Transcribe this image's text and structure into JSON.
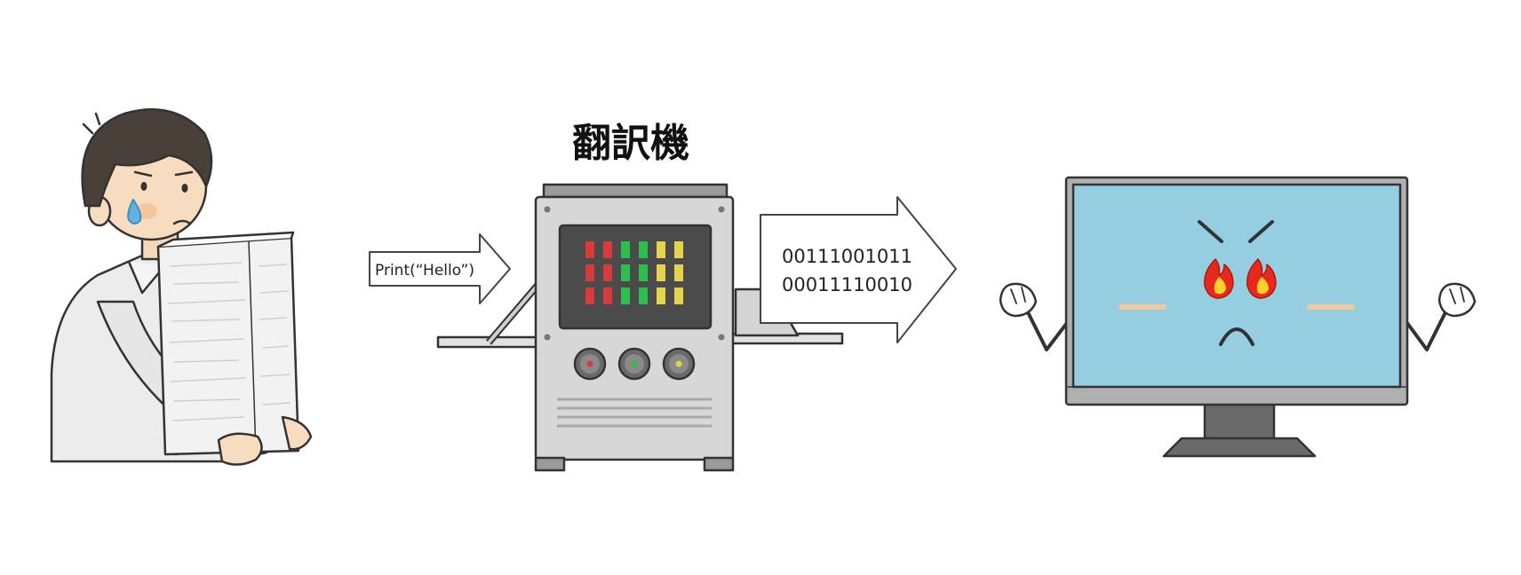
{
  "diagram": {
    "title": "翻訳機",
    "input_code": "Print(“Hello”)",
    "output_binary": [
      "00111001011",
      "00011110010"
    ],
    "machine_lights": [
      [
        "#d93a3a",
        "#d93a3a",
        "#2bbf4e",
        "#2bbf4e",
        "#e5d44a",
        "#e5d44a"
      ],
      [
        "#d93a3a",
        "#d93a3a",
        "#2bbf4e",
        "#2bbf4e",
        "#e5d44a",
        "#e5d44a"
      ],
      [
        "#d93a3a",
        "#d93a3a",
        "#2bbf4e",
        "#2bbf4e",
        "#e5d44a",
        "#e5d44a"
      ]
    ],
    "knob_colors": [
      "#d93a3a",
      "#2bbf4e",
      "#e5d44a"
    ],
    "monitor_screen_color": "#95cde1"
  }
}
